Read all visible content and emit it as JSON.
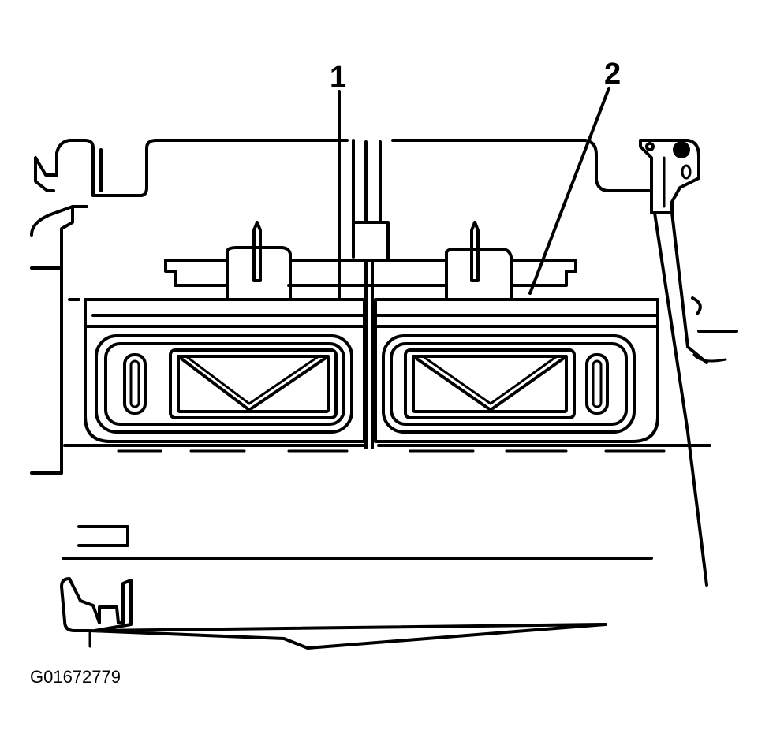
{
  "callouts": [
    {
      "label": "1"
    },
    {
      "label": "2"
    }
  ],
  "figure_id": "G01672779"
}
